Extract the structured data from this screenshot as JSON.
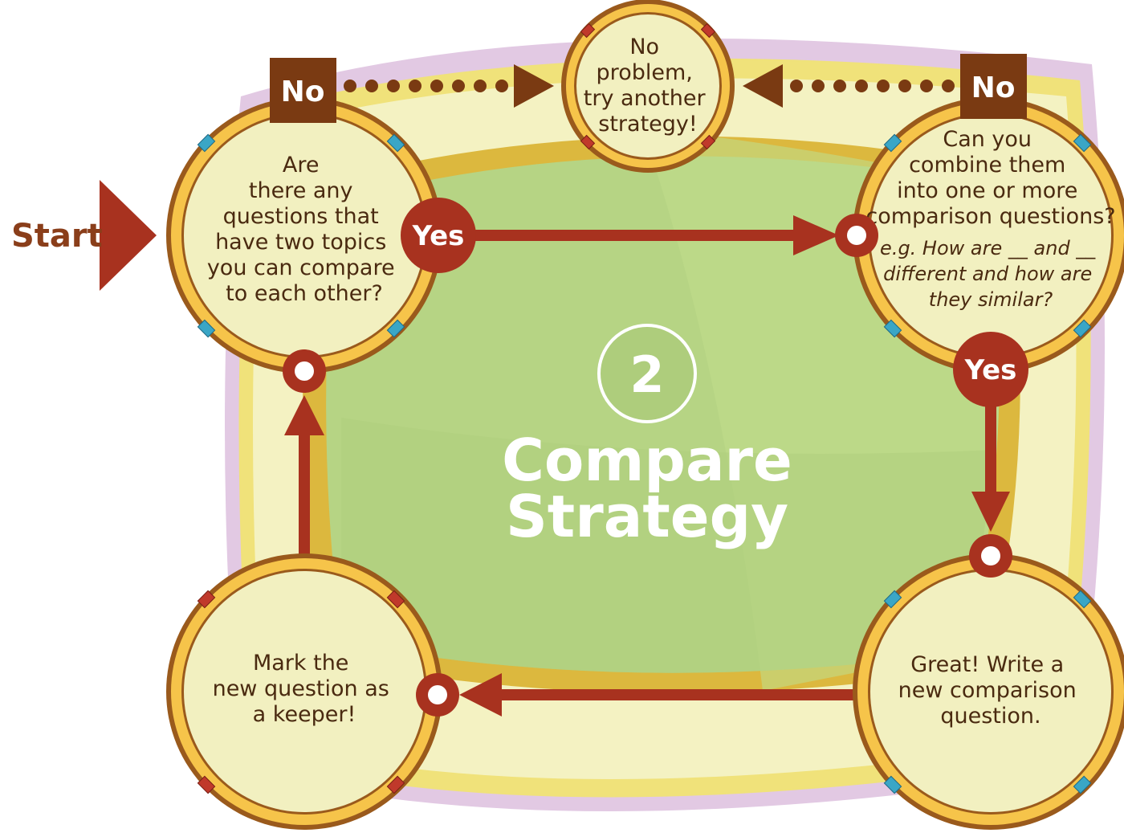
{
  "start_label": "Start",
  "center": {
    "number": "2",
    "title_line1": "Compare",
    "title_line2": "Strategy"
  },
  "nodes": {
    "question1": {
      "lines": [
        "Are",
        "there any",
        "questions that",
        "have two topics",
        "you can compare",
        "to each other?"
      ]
    },
    "no_problem": {
      "lines": [
        "No",
        "problem,",
        "try another",
        "strategy!"
      ]
    },
    "question2": {
      "lines": [
        "Can you",
        "combine them",
        "into one or more",
        "comparison questions?"
      ],
      "example_lines": [
        "e.g. How are __ and __",
        "different and how are",
        "they similar?"
      ]
    },
    "write_question": {
      "lines": [
        "Great! Write a",
        "new comparison",
        "question."
      ]
    },
    "keeper": {
      "lines": [
        "Mark the",
        "new question as",
        "a keeper!"
      ]
    }
  },
  "labels": {
    "no_left": "No",
    "no_right": "No",
    "yes_top": "Yes",
    "yes_right": "Yes"
  },
  "colors": {
    "arrow": "#a8321f",
    "tag": "#7a3a12",
    "ring": "#f6c44a",
    "ring_border": "#9a5a1c",
    "node_fill": "#f2f0c0",
    "center_green": "#b6d484"
  }
}
